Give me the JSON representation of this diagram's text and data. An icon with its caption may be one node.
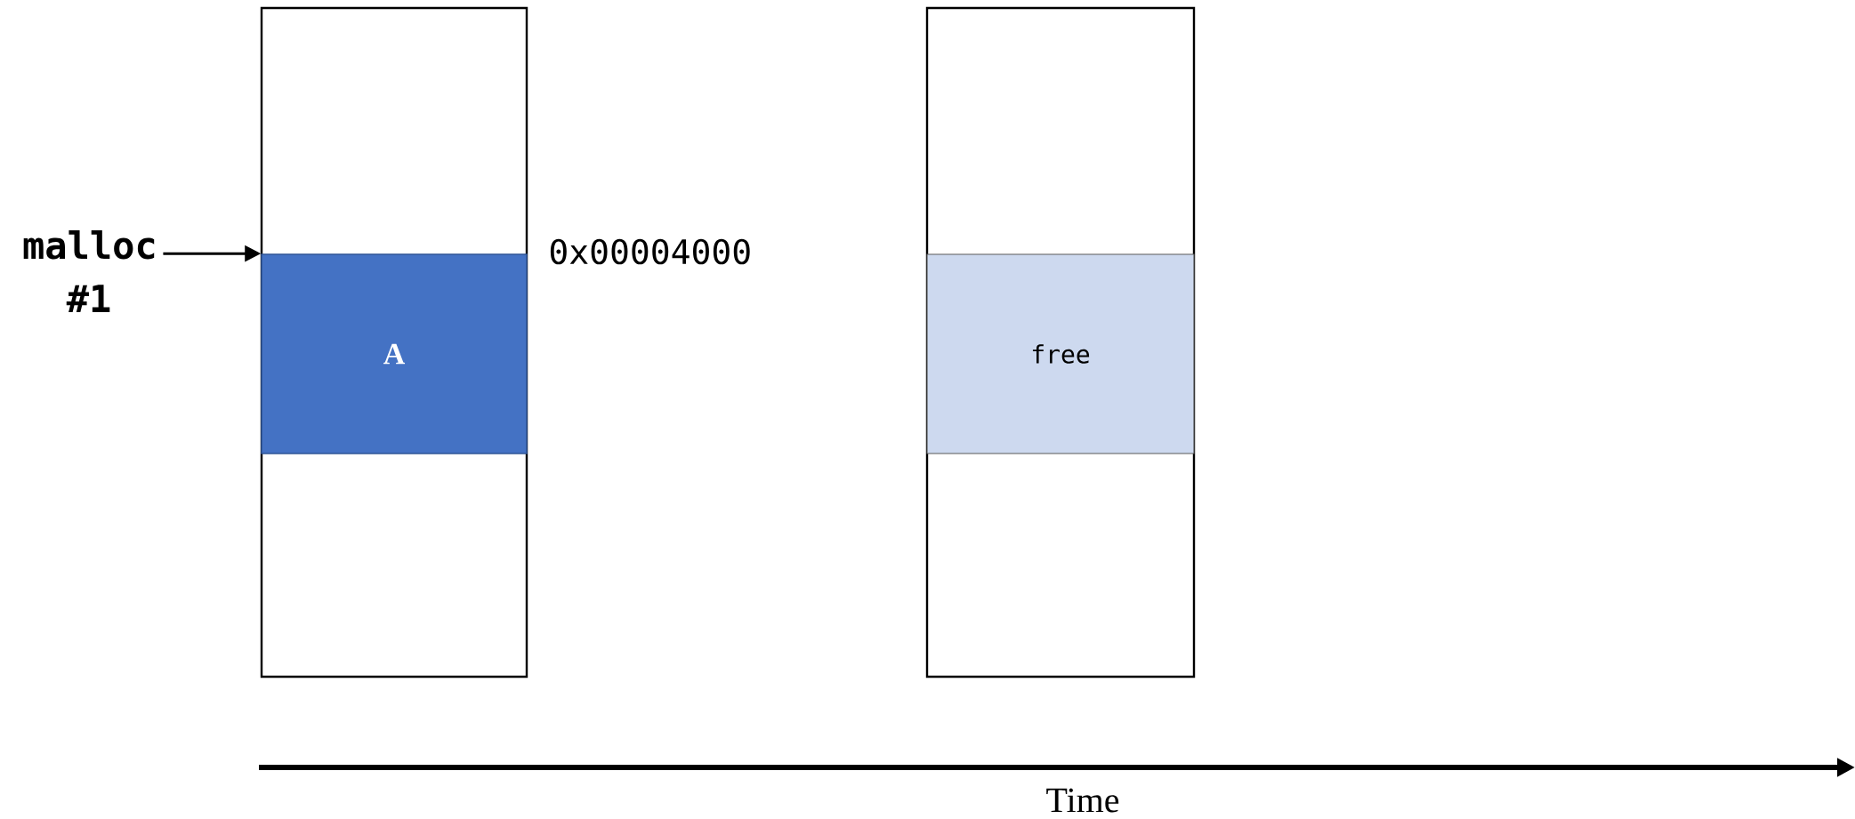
{
  "diagram": {
    "nodes": [
      {
        "text": [],
        "shape": "box"
      },
      {
        "text": [
          "A"
        ],
        "in": 0
      },
      {
        "text": [],
        "shape": "box"
      },
      {
        "text": [
          "free"
        ],
        "in": 2
      },
      {
        "text": [
          "malloc #1"
        ]
      }
    ],
    "edges": [
      {
        "from": 4,
        "to": 1,
        "arrow": "to"
      }
    ],
    "labels": [
      "0x00004000",
      "Time"
    ]
  }
}
